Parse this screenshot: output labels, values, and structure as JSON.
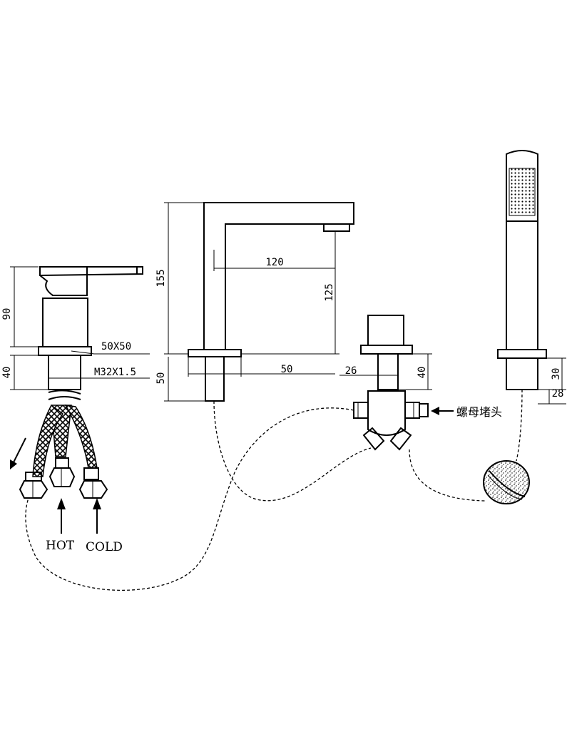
{
  "dimensions": {
    "mixer_height": "90",
    "mixer_base": "40",
    "square_base": "50X50",
    "thread": "M32X1.5",
    "spout_height": "155",
    "spout_reach": "120",
    "spout_clearance": "125",
    "spout_base_height": "50",
    "spout_base_width": "50",
    "diverter_width": "26",
    "diverter_base": "40",
    "shower_base": "30",
    "shower_width": "28"
  },
  "labels": {
    "hot": "HOT",
    "cold": "COLD",
    "nut_plug": "螺母堵头"
  }
}
